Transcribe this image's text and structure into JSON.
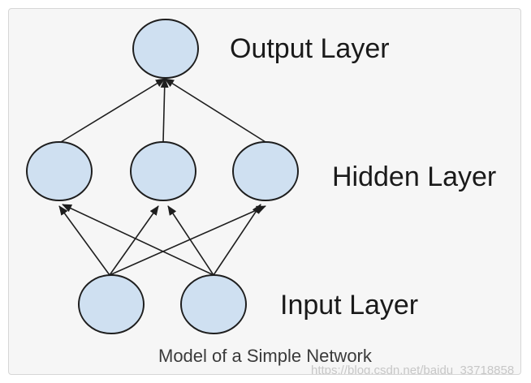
{
  "diagram": {
    "layers": {
      "output": {
        "label": "Output Layer"
      },
      "hidden": {
        "label": "Hidden Layer"
      },
      "input": {
        "label": "Input Layer"
      }
    },
    "caption": "Model of a Simple Network",
    "watermark": "https://blog.csdn.net/baidu_33718858"
  },
  "colors": {
    "node_fill": "#cfe0f1",
    "node_stroke": "#1e1e1e",
    "frame_background": "#f6f6f6",
    "frame_border": "#d6d6d6"
  }
}
